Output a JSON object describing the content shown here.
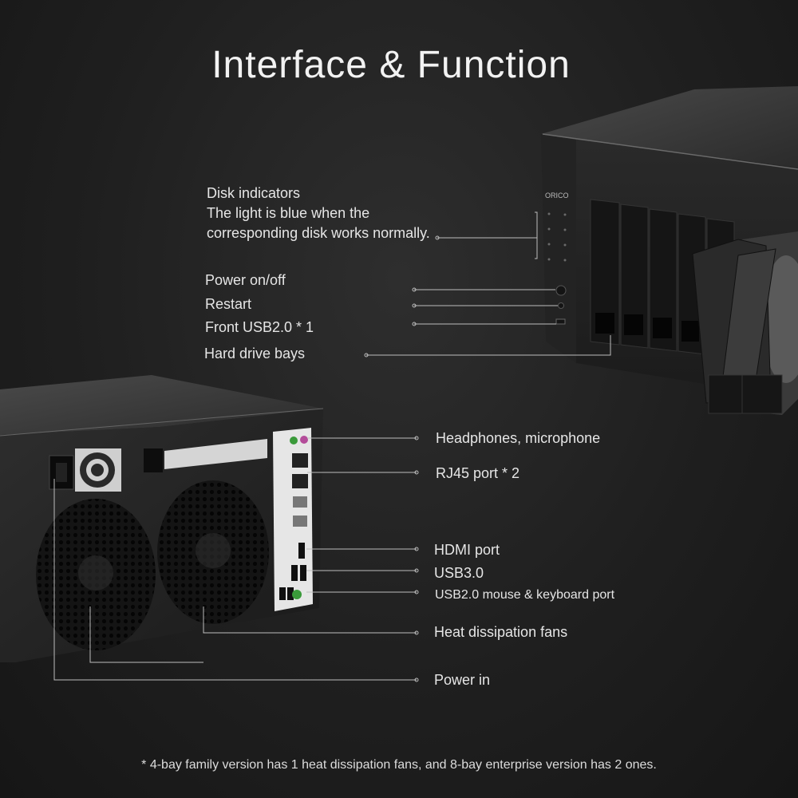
{
  "title": "Interface & Function",
  "brand": "ORICO",
  "front_labels": {
    "disk_indicators": "Disk indicators",
    "disk_desc_1": "The light is blue when the",
    "disk_desc_2": "corresponding disk works normally.",
    "power": "Power on/off",
    "restart": "Restart",
    "front_usb": "Front USB2.0 * 1",
    "bays": "Hard drive bays"
  },
  "rear_labels": {
    "audio": "Headphones, microphone",
    "rj45": "RJ45 port * 2",
    "hdmi": "HDMI port",
    "usb3": "USB3.0",
    "usb2": "USB2.0 mouse & keyboard port",
    "fans": "Heat dissipation fans",
    "power_in": "Power in"
  },
  "footnote": "* 4-bay family version has 1 heat dissipation fans, and 8-bay enterprise version has 2 ones.",
  "colors": {
    "background": "#1f1f1f",
    "text": "#e8e8e8",
    "line": "#bdbdbd",
    "chassis": "#2a2a2a"
  }
}
